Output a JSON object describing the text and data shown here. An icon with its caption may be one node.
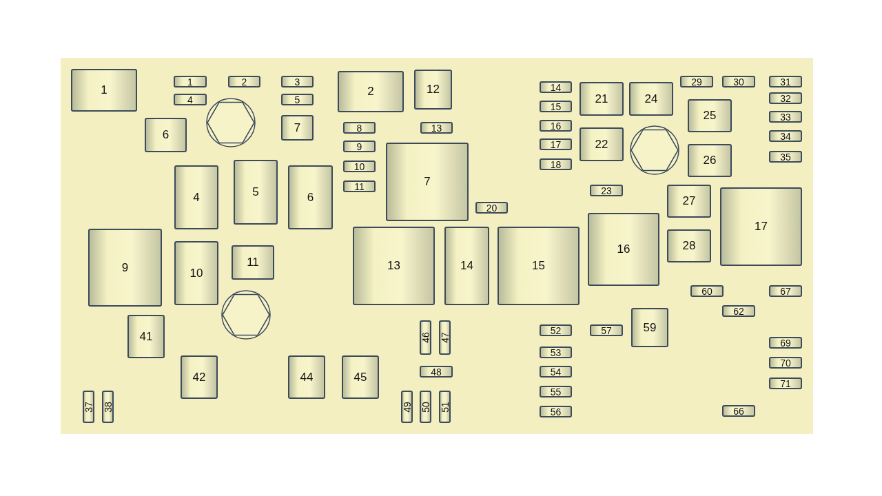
{
  "diagram": {
    "nodes": [
      {
        "text": [
          "1"
        ]
      },
      {
        "text": [
          "1"
        ]
      },
      {
        "text": [
          "2"
        ]
      },
      {
        "text": [
          "3"
        ]
      },
      {
        "text": [
          "2"
        ]
      },
      {
        "text": [
          "12"
        ]
      },
      {
        "text": [
          "4"
        ]
      },
      {
        "text": [
          "5"
        ]
      },
      {
        "text": [
          "6"
        ]
      },
      {
        "text": [
          "7"
        ]
      },
      {
        "text": [
          "8"
        ]
      },
      {
        "text": [
          "13"
        ]
      },
      {
        "text": [
          "9"
        ]
      },
      {
        "text": [
          "10"
        ]
      },
      {
        "text": [
          "11"
        ]
      },
      {
        "text": [
          "7"
        ]
      },
      {
        "text": [
          "4"
        ]
      },
      {
        "text": [
          "5"
        ]
      },
      {
        "text": [
          "6"
        ]
      },
      {
        "text": [
          "20"
        ]
      },
      {
        "text": [
          "9"
        ]
      },
      {
        "text": [
          "10"
        ]
      },
      {
        "text": [
          "11"
        ]
      },
      {
        "text": [
          "13"
        ]
      },
      {
        "text": [
          "14"
        ]
      },
      {
        "text": [
          "15"
        ]
      },
      {
        "text": [
          "14"
        ]
      },
      {
        "text": [
          "15"
        ]
      },
      {
        "text": [
          "16"
        ]
      },
      {
        "text": [
          "17"
        ]
      },
      {
        "text": [
          "18"
        ]
      },
      {
        "text": [
          "21"
        ]
      },
      {
        "text": [
          "24"
        ]
      },
      {
        "text": [
          "22"
        ]
      },
      {
        "text": [
          "29"
        ]
      },
      {
        "text": [
          "30"
        ]
      },
      {
        "text": [
          "31"
        ]
      },
      {
        "text": [
          "32"
        ]
      },
      {
        "text": [
          "33"
        ]
      },
      {
        "text": [
          "34"
        ]
      },
      {
        "text": [
          "35"
        ]
      },
      {
        "text": [
          "25"
        ]
      },
      {
        "text": [
          "26"
        ]
      },
      {
        "text": [
          "23"
        ]
      },
      {
        "text": [
          "27"
        ]
      },
      {
        "text": [
          "17"
        ]
      },
      {
        "text": [
          "16"
        ]
      },
      {
        "text": [
          "28"
        ]
      },
      {
        "text": [
          "60"
        ]
      },
      {
        "text": [
          "67"
        ]
      },
      {
        "text": [
          "62"
        ]
      },
      {
        "text": [
          "52"
        ]
      },
      {
        "text": [
          "57"
        ]
      },
      {
        "text": [
          "59"
        ]
      },
      {
        "text": [
          "69"
        ]
      },
      {
        "text": [
          "53"
        ]
      },
      {
        "text": [
          "70"
        ]
      },
      {
        "text": [
          "54"
        ]
      },
      {
        "text": [
          "71"
        ]
      },
      {
        "text": [
          "55"
        ]
      },
      {
        "text": [
          "56"
        ]
      },
      {
        "text": [
          "66"
        ]
      },
      {
        "text": [
          "41"
        ]
      },
      {
        "text": [
          "46"
        ]
      },
      {
        "text": [
          "47"
        ]
      },
      {
        "text": [
          "42"
        ]
      },
      {
        "text": [
          "44"
        ]
      },
      {
        "text": [
          "45"
        ]
      },
      {
        "text": [
          "48"
        ]
      },
      {
        "text": [
          "37"
        ]
      },
      {
        "text": [
          "38"
        ]
      },
      {
        "text": [
          "49"
        ]
      },
      {
        "text": [
          "50"
        ]
      },
      {
        "text": [
          "51"
        ]
      }
    ]
  }
}
